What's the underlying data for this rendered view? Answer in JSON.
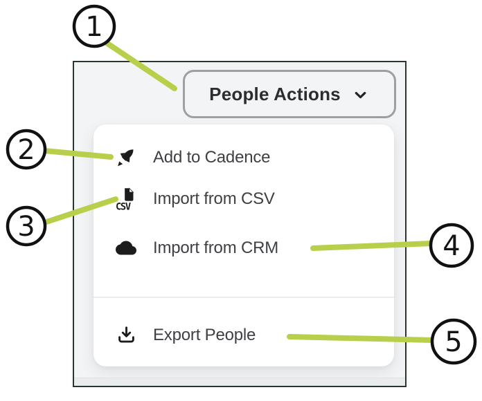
{
  "button": {
    "label": "People Actions",
    "chevron_icon": "chevron-down"
  },
  "menu": {
    "sections": [
      {
        "items": [
          {
            "label": "Add to Cadence",
            "icon": "rocket-icon"
          },
          {
            "label": "Import from CSV",
            "icon": "csv-file-icon"
          },
          {
            "label": "Import from CRM",
            "icon": "cloud-icon"
          }
        ]
      },
      {
        "items": [
          {
            "label": "Export People",
            "icon": "download-icon"
          }
        ]
      }
    ]
  },
  "csv_icon_text": "CSV",
  "callouts": [
    {
      "number": "1",
      "target": "people-actions-button"
    },
    {
      "number": "2",
      "target": "menu-item-add-to-cadence"
    },
    {
      "number": "3",
      "target": "menu-item-import-from-csv"
    },
    {
      "number": "4",
      "target": "menu-item-import-from-crm"
    },
    {
      "number": "5",
      "target": "menu-item-export-people"
    }
  ],
  "colors": {
    "annotation_green": "#b7cf4a",
    "frame_border": "#28362e",
    "frame_background": "#f3f4f5",
    "menu_background": "#ffffff",
    "button_border": "#9d9fa2",
    "item_text": "#3e4043",
    "icon_black": "#1c1c1c"
  }
}
